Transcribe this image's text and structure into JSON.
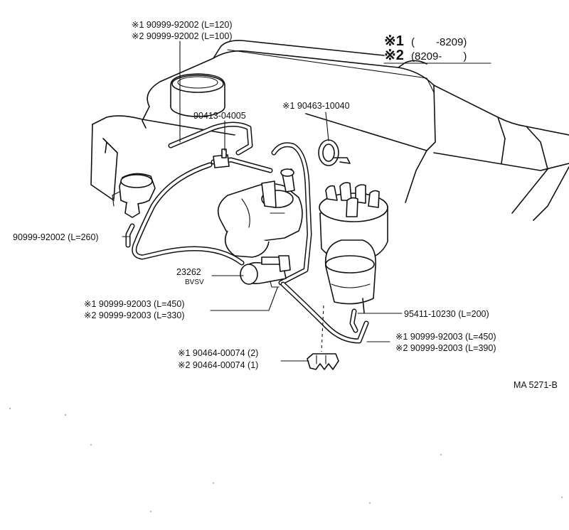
{
  "legend": {
    "line1_mark": "※1",
    "line1_text": "(　　-8209)",
    "line2_mark": "※2",
    "line2_text": "(8209-　　)"
  },
  "parts": {
    "hose_top_1": "※1 90999-92002 (L=120)",
    "hose_top_2": "※2 90999-92002 (L=100)",
    "joint": "90413-04005",
    "clamp": "※1 90463-10040",
    "hose_left": "90999-92002 (L=260)",
    "bvsv_number": "23262",
    "bvsv_name": "BVSV",
    "hose_mid_1": "※1 90999-92003 (L=450)",
    "hose_mid_2": "※2 90999-92003 (L=330)",
    "hose_right_single": "95411-10230 (L=200)",
    "hose_right_1": "※1  90999-92003 (L=450)",
    "hose_right_2": "※2  90999-92003 (L=390)",
    "clip_1": "※1 90464-00074 (2)",
    "clip_2": "※2 90464-00074 (1)"
  },
  "footer": {
    "ref_code": "MA  5271-B"
  }
}
